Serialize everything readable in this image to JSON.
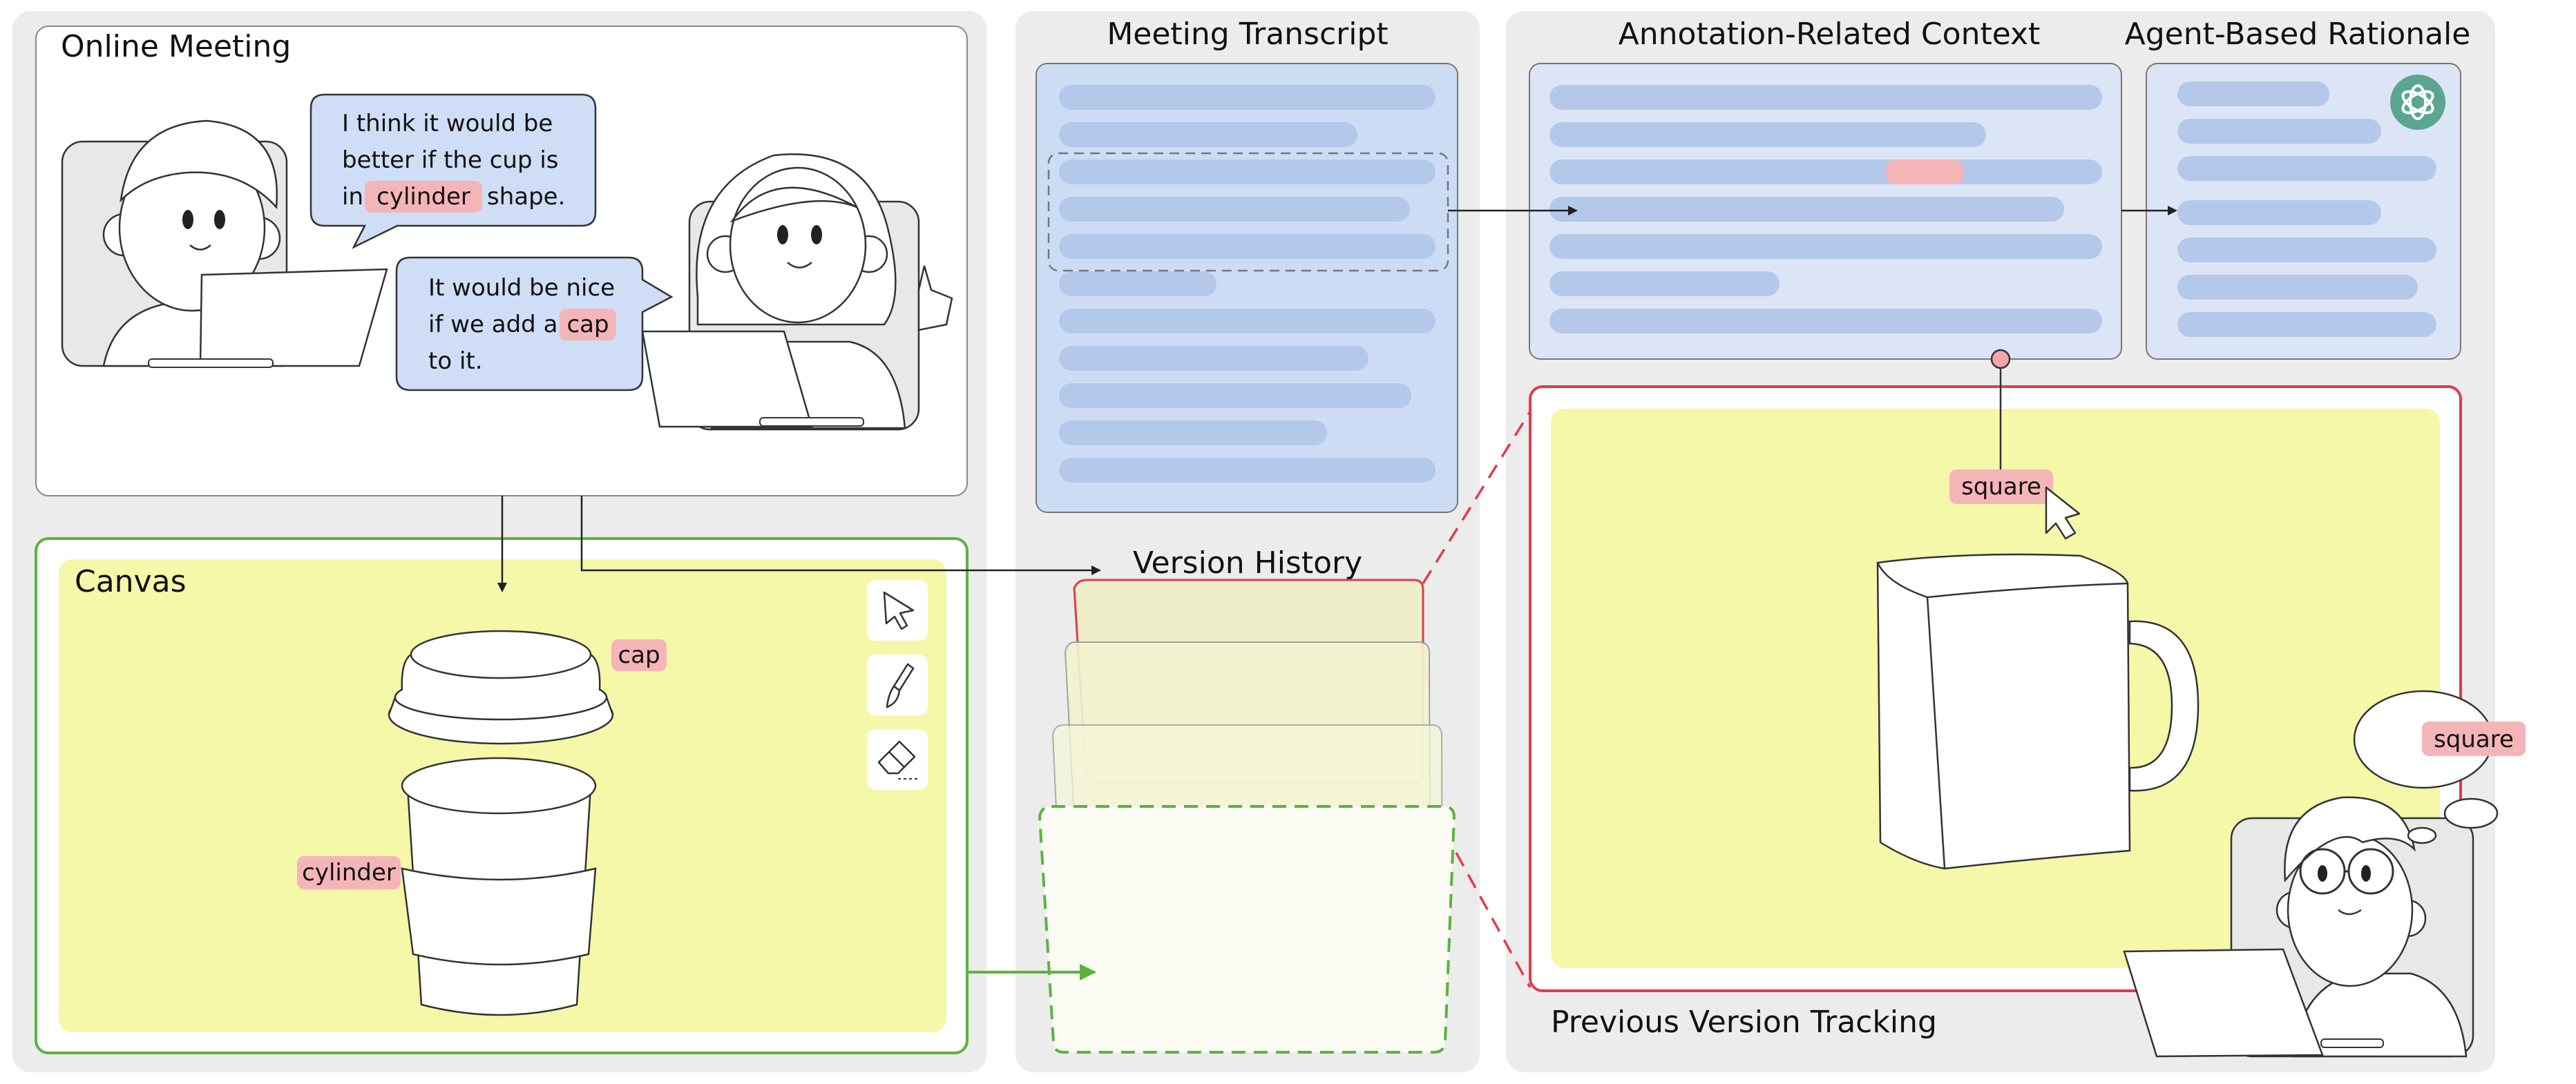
{
  "panels": {
    "online_meeting": "Online Meeting",
    "canvas": "Canvas",
    "meeting_transcript": "Meeting Transcript",
    "version_history": "Version History",
    "annotation_context": "Annotation-Related Context",
    "agent_rationale": "Agent-Based Rationale",
    "previous_version": "Previous Version Tracking"
  },
  "bubble_left": {
    "line1": "I think it would be",
    "line2": "better if the cup is",
    "line3_pre": "in",
    "line3_hl": "cylinder",
    "line3_post": "shape."
  },
  "bubble_right": {
    "line1": "It would be nice",
    "line2_pre": "if we add a",
    "line2_hl": "cap",
    "line3": "to it."
  },
  "canvas_labels": {
    "cap": "cap",
    "cylinder": "cylinder"
  },
  "tracking_labels": {
    "annotation": "square",
    "thought": "square"
  },
  "colors": {
    "panel_bg": "#ececec",
    "transcript_blue": "#cddcf5",
    "text_bar_blue": "#b4c8ea",
    "canvas_yellow": "#f5f7a9",
    "highlight_red": "#f4b5b9",
    "selection_red": "#e23b4a",
    "canvas_green": "#5ab43c"
  },
  "icons": [
    "cursor-icon",
    "brush-icon",
    "eraser-icon",
    "openai-icon",
    "mouse-pointer-icon"
  ]
}
